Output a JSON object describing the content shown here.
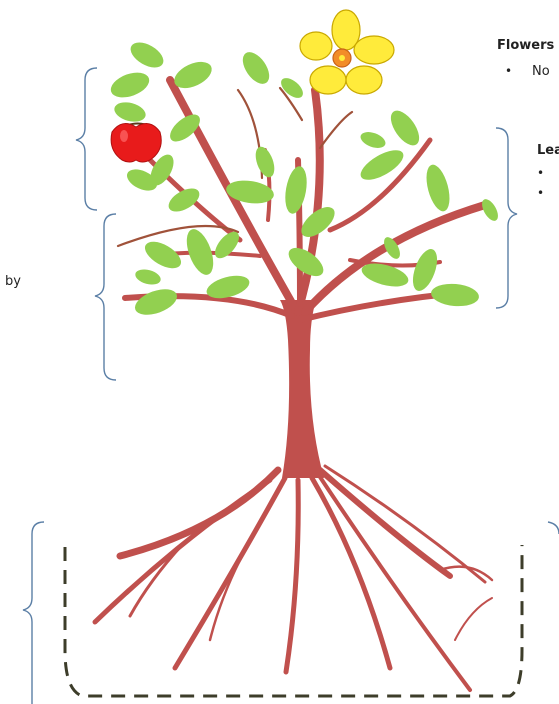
{
  "labels": {
    "flowers_heading": "Flowers",
    "flowers_bullet_1": "No",
    "leaves_heading": "Lea",
    "left_fragment": "by"
  },
  "bullet_char": "•",
  "colors": {
    "trunk": "#c0504d",
    "leaf": "#92d050",
    "leaf_dark": "#7fb83f",
    "twig": "#a0523a",
    "bracket": "#5b7fa6",
    "pot": "#3d3d2a",
    "apple": "#e81b1b",
    "flower_petal": "#ffeb3b",
    "flower_center": "#f28c28"
  },
  "icons": [
    "apple-icon",
    "flower-icon",
    "leaf-icon"
  ]
}
